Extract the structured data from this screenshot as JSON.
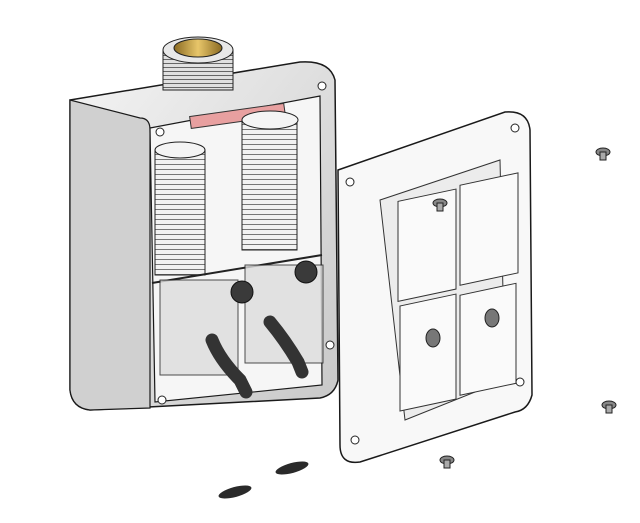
{
  "scene": {
    "subject": "exploded-enclosure-assembly",
    "colors": {
      "background": "#ffffff",
      "housing": "#e4e4e4",
      "outline": "#1a1a1a",
      "brass": "#c9a24a",
      "pink_wire": "#e8a0a0",
      "dark_part": "#3a3a3a",
      "glass": "#dcdcdc"
    },
    "parts": [
      "housing",
      "coil-left",
      "coil-right",
      "cover-plate",
      "screw",
      "screw",
      "screw",
      "screw",
      "washer",
      "washer",
      "hose-fitting",
      "hose-fitting",
      "speaker-grille",
      "speaker-grille"
    ]
  }
}
